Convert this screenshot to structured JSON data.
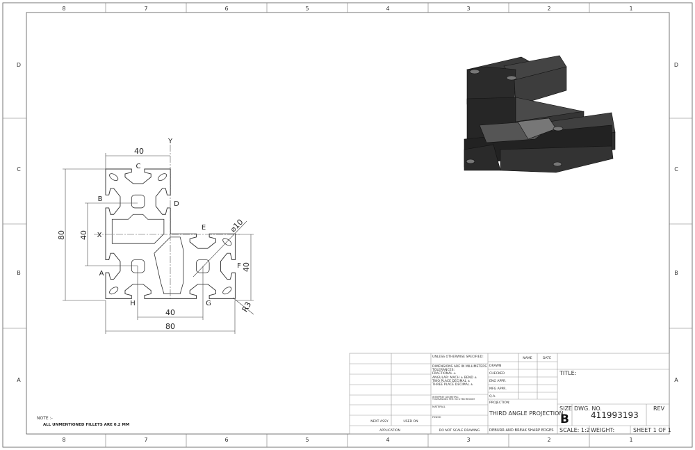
{
  "zones": {
    "columns": [
      "8",
      "7",
      "6",
      "5",
      "4",
      "3",
      "2",
      "1"
    ],
    "rows": [
      "D",
      "C",
      "B",
      "A"
    ]
  },
  "dimensions": {
    "top_width": "40",
    "left_height": "80",
    "inner_height": "40",
    "right_height": "40",
    "bottom_inner": "40",
    "bottom_total": "80",
    "diameter": "⌀10",
    "radius": "R3"
  },
  "axis_labels": {
    "y": "Y",
    "x": "X"
  },
  "point_labels": {
    "a": "A",
    "b": "B",
    "c": "C",
    "d": "D",
    "e": "E",
    "f": "F",
    "g": "G",
    "h": "H"
  },
  "note": {
    "heading": "NOTE :-",
    "text": "ALL UNMENTIONED FILLETS ARE 0.2 MM"
  },
  "title_block": {
    "unless": "UNLESS OTHERWISE SPECIFIED:",
    "dims_lines": [
      "DIMENSIONS ARE IN MILLIMETERS",
      "TOLERANCES:",
      "FRACTIONAL ±",
      "ANGULAR: MACH ±    BEND ±",
      "TWO PLACE DECIMAL    ±",
      "THREE PLACE DECIMAL  ±"
    ],
    "interpret_lines": [
      "INTERPRET GEOMETRIC",
      "TOLERANCING PER: ISO 2768 MEDIUM"
    ],
    "material": "MATERIAL",
    "finish": "FINISH",
    "do_not_scale": "DO NOT SCALE DRAWING",
    "next_assy": "NEXT ASSY",
    "used_on": "USED ON",
    "application": "APPLICATION",
    "name": "NAME",
    "date": "DATE",
    "drawn": "DRAWN",
    "checked": "CHECKED",
    "eng_appr": "ENG APPR.",
    "mfg_appr": "MFG APPR.",
    "qa": "Q.A.",
    "projection_label": "PROJECTION:",
    "projection": "THIRD ANGLE PROJECTION",
    "deburr": "DEBURR AND BREAK SHARP EDGES",
    "title": "TITLE:",
    "size_label": "SIZE",
    "size": "B",
    "dwg_no_label": "DWG.  NO.",
    "dwg_no": "411993193",
    "rev": "REV",
    "scale": "SCALE: 1:2",
    "weight": "WEIGHT:",
    "sheet": "SHEET 1 OF 1"
  }
}
